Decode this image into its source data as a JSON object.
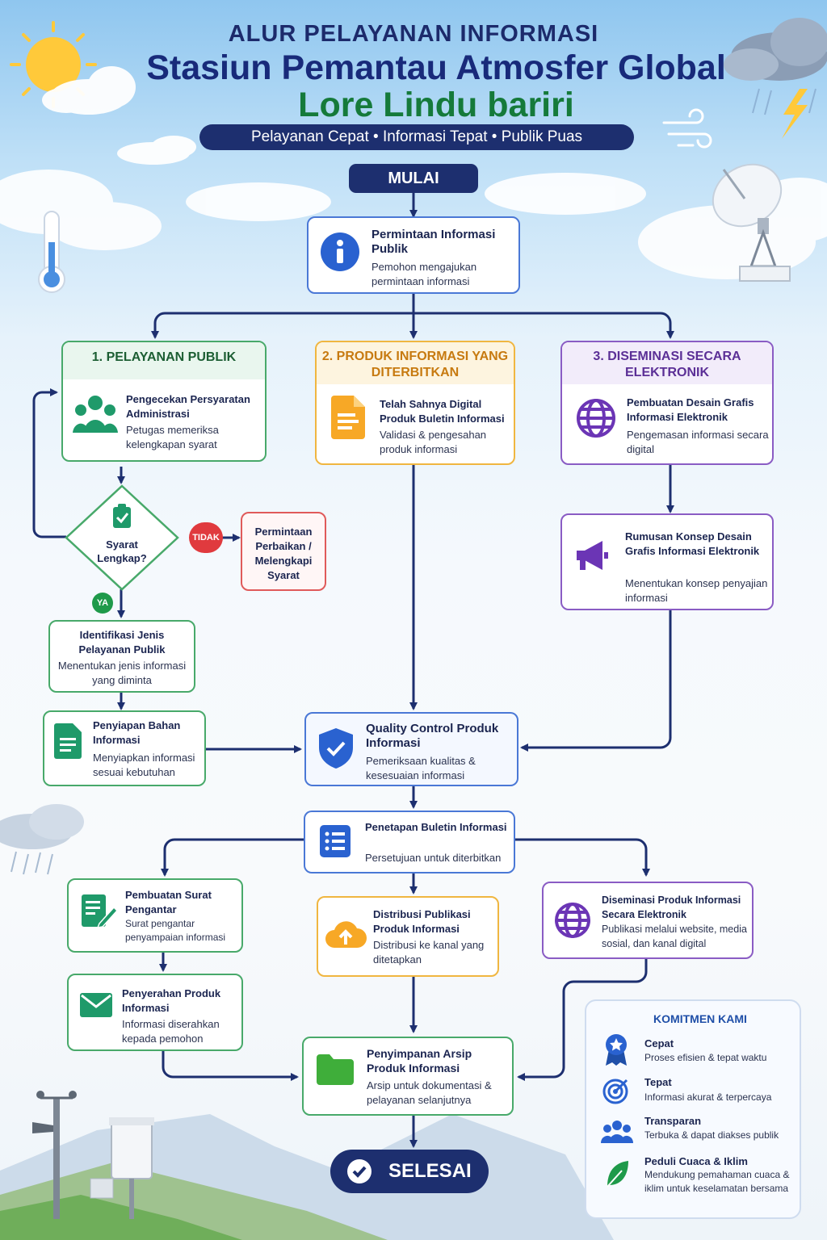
{
  "header": {
    "line1": "ALUR PELAYANAN INFORMASI",
    "line2": "Stasiun Pemantau Atmosfer Global",
    "line3": "Lore Lindu bariri",
    "tagline": "Pelayanan Cepat • Informasi Tepat • Publik Puas"
  },
  "start": "MULAI",
  "end": "SELESAI",
  "request": {
    "title": "Permintaan Informasi Publik",
    "desc": "Pemohon mengajukan permintaan informasi"
  },
  "columns": {
    "c1": {
      "title": "1. PELAYANAN PUBLIK",
      "step_title": "Pengecekan Persyaratan Administrasi",
      "step_desc": "Petugas memeriksa kelengkapan syarat"
    },
    "c2": {
      "title": "2. PRODUK INFORMASI YANG DITERBITKAN",
      "step_title": "Telah Sahnya Digital Produk Buletin Informasi",
      "step_desc": "Validasi & pengesahan produk informasi"
    },
    "c3": {
      "title": "3. DISEMINASI SECARA ELEKTRONIK",
      "step_title": "Pembuatan Desain Grafis Informasi Elektronik",
      "step_desc": "Pengemasan informasi secara digital"
    }
  },
  "decision": {
    "label": "Syarat Lengkap?",
    "no": "TIDAK",
    "yes": "YA"
  },
  "fix": "Permintaan Perbaikan / Melengkapi Syarat",
  "identify": {
    "title": "Identifikasi Jenis Pelayanan Publik",
    "desc": "Menentukan jenis informasi yang diminta"
  },
  "prepare": {
    "title": "Penyiapan Bahan Informasi",
    "desc": "Menyiapkan informasi sesuai kebutuhan"
  },
  "concept": {
    "title": "Rumusan Konsep Desain Grafis Informasi Elektronik",
    "desc": "Menentukan konsep penyajian informasi"
  },
  "qc": {
    "title": "Quality Control Produk Informasi",
    "desc": "Pemeriksaan kualitas & kesesuaian informasi"
  },
  "bulletin": {
    "title": "Penetapan Buletin Informasi",
    "desc": "Persetujuan untuk diterbitkan"
  },
  "letter": {
    "title": "Pembuatan Surat Pengantar",
    "desc": "Surat pengantar penyampaian informasi"
  },
  "handover": {
    "title": "Penyerahan Produk Informasi",
    "desc": "Informasi diserahkan kepada pemohon"
  },
  "distribution": {
    "title": "Distribusi Publikasi Produk Informasi",
    "desc": "Distribusi ke kanal yang ditetapkan"
  },
  "dissemination": {
    "title": "Diseminasi Produk Informasi Secara Elektronik",
    "desc": "Publikasi melalui website, media sosial, dan kanal digital"
  },
  "archive": {
    "title": "Penyimpanan Arsip Produk Informasi",
    "desc": "Arsip untuk dokumentasi & pelayanan selanjutnya"
  },
  "commitment": {
    "title": "KOMITMEN KAMI",
    "items": [
      {
        "title": "Cepat",
        "desc": "Proses efisien & tepat waktu",
        "icon": "medal-icon"
      },
      {
        "title": "Tepat",
        "desc": "Informasi akurat & terpercaya",
        "icon": "target-icon"
      },
      {
        "title": "Transparan",
        "desc": "Terbuka & dapat diakses publik",
        "icon": "people-icon"
      },
      {
        "title": "Peduli Cuaca & Iklim",
        "desc": "Mendukung pemahaman cuaca & iklim untuk keselamatan bersama",
        "icon": "leaf-icon"
      }
    ]
  },
  "colors": {
    "navy": "#1d2f6f",
    "blue": "#3c6fd1",
    "green": "#48a96a",
    "orange": "#f0b640",
    "purple": "#8a5cc4",
    "red": "#e05a5a"
  }
}
